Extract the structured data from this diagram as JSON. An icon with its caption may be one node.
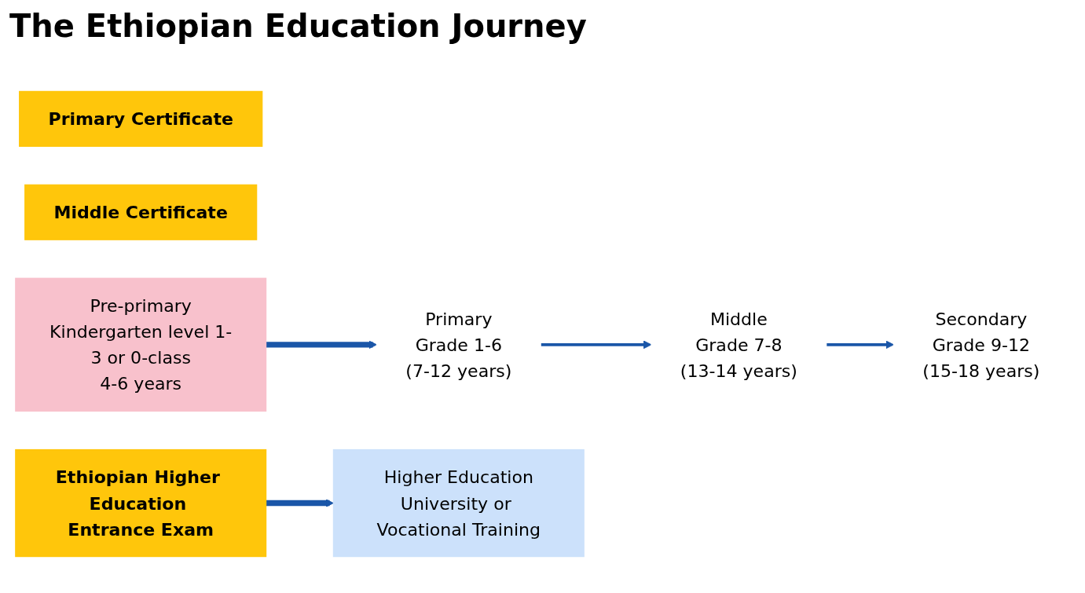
{
  "diagram": {
    "title": "The Ethiopian Education Journey",
    "nodes": [
      {
        "text": [
          "Primary",
          "Grade 1-6",
          "(7-12 years)"
        ]
      },
      {
        "text": [
          "Middle",
          "Grade 7-8",
          "(13-14 years)"
        ]
      },
      {
        "text": [
          "Secondary",
          "Grade 9-12",
          "(15-18 years)"
        ]
      },
      {
        "text": [
          "Primary Certificate"
        ]
      },
      {
        "text": [
          "Middle Certificate"
        ]
      },
      {
        "text": [
          "Ethiopian Higher Education Entrance Exam"
        ]
      },
      {
        "text": [
          "Pre-primary",
          "Kindergarten level 1-3 or 0-class",
          "4-6 years"
        ]
      },
      {
        "text": [
          "Higher Education",
          "University or Vocational Training"
        ]
      }
    ],
    "edges": [
      {
        "from": 6,
        "to": 0,
        "arrow": "to",
        "style": "thick"
      },
      {
        "from": 0,
        "to": 1,
        "arrow": "to"
      },
      {
        "from": 1,
        "to": 2,
        "arrow": "to"
      },
      {
        "from": 5,
        "to": 7,
        "arrow": "to",
        "style": "thick"
      }
    ]
  }
}
